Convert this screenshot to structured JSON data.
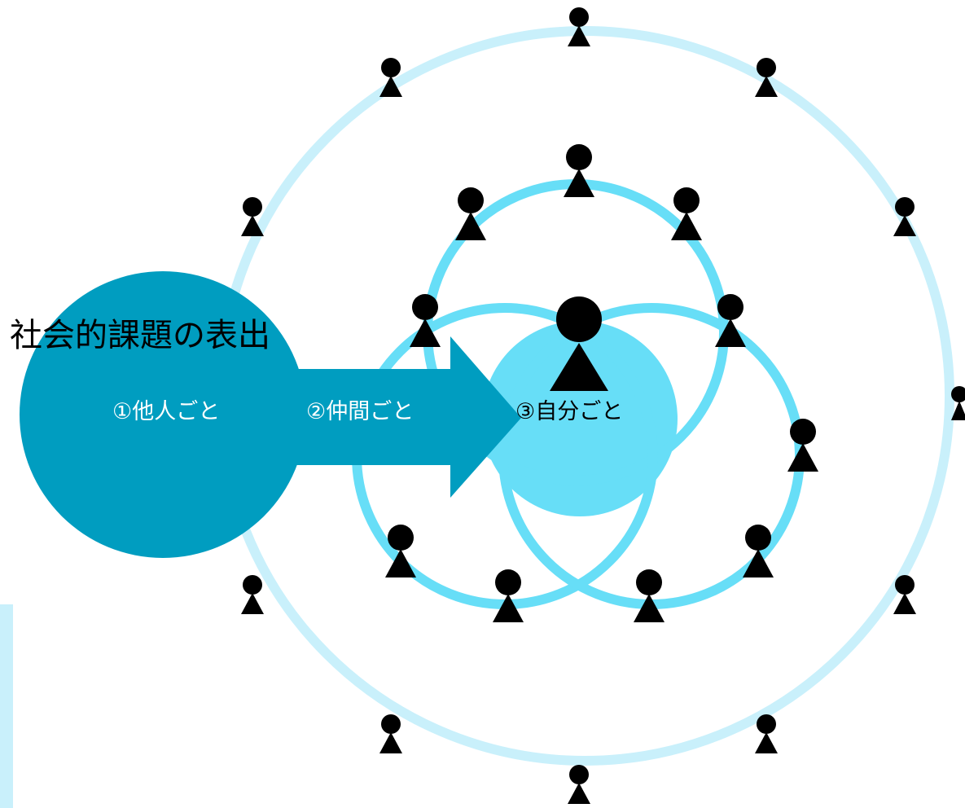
{
  "colors": {
    "outer_ring": "#c9f0fb",
    "inner_ring": "#67def7",
    "self_circle": "#67def7",
    "big_circle": "#009dc0",
    "arrow": "#009dc0",
    "person": "#000000",
    "side_bar": "#c9f0fb",
    "text_light": "#ffffff",
    "text_dark": "#000000"
  },
  "title": "社会的課題の表出",
  "stages": [
    {
      "label": "①他人ごと"
    },
    {
      "label": "②仲間ごと"
    },
    {
      "label": "③自分ごと"
    }
  ],
  "icons": {
    "person": "person-icon",
    "center_person": "center-person-icon"
  }
}
